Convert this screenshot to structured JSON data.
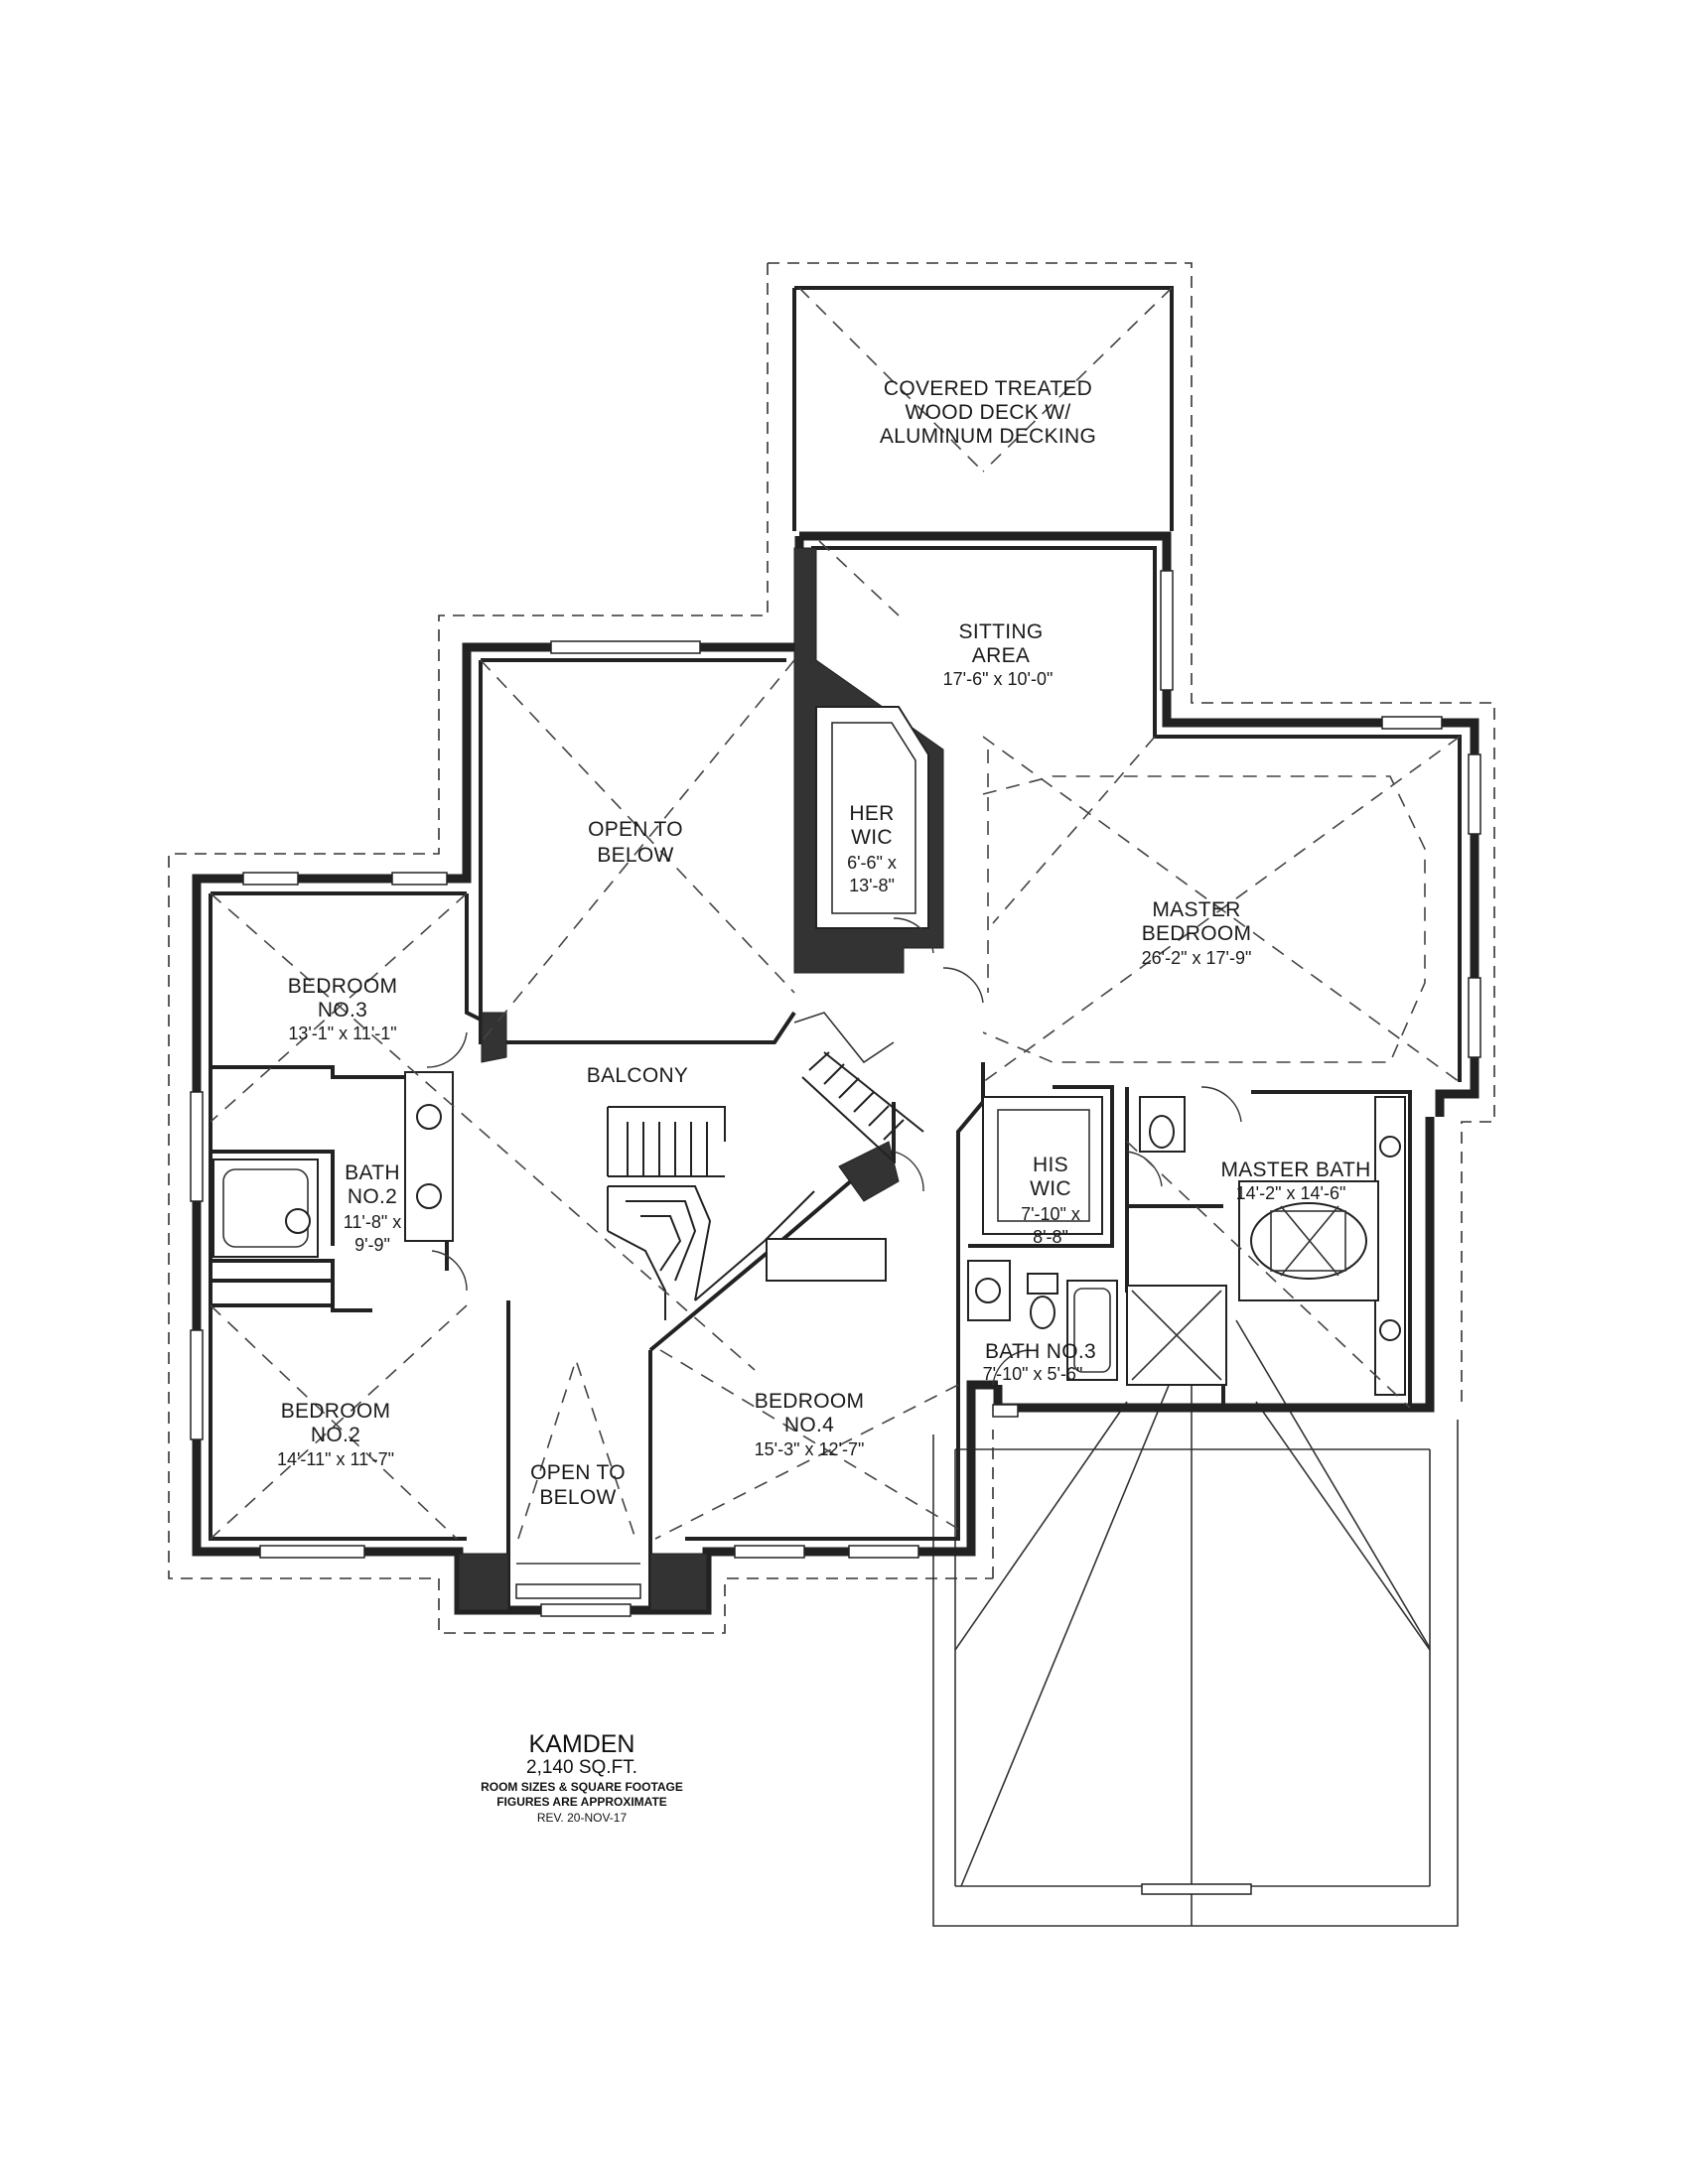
{
  "plan": {
    "rooms": {
      "deck": [
        "COVERED TREATED",
        "WOOD DECK W/",
        "ALUMINUM DECKING"
      ],
      "sitting": [
        "SITTING",
        "AREA",
        "17'-6\" x 10'-0\""
      ],
      "open_upper": [
        "OPEN TO",
        "BELOW"
      ],
      "her_wic": [
        "HER",
        "WIC",
        "6'-6\" x",
        "13'-8\""
      ],
      "master_bed": [
        "MASTER",
        "BEDROOM",
        "26'-2\" x 17'-9\""
      ],
      "bedroom3": [
        "BEDROOM",
        "NO.3",
        "13'-1\" x 11'-1\""
      ],
      "balcony": [
        "BALCONY"
      ],
      "bath2": [
        "BATH",
        "NO.2",
        "11'-8\" x",
        "9'-9\""
      ],
      "his_wic": [
        "HIS",
        "WIC",
        "7'-10\" x",
        "8'-8\""
      ],
      "master_bath": [
        "MASTER BATH",
        "14'-2\" x 14'-6\""
      ],
      "bath3": [
        "BATH NO.3",
        "7'-10\" x 5'-6\""
      ],
      "bedroom2": [
        "BEDROOM",
        "NO.2",
        "14'-11\" x 11'-7\""
      ],
      "open_lower": [
        "OPEN TO",
        "BELOW"
      ],
      "bedroom4": [
        "BEDROOM",
        "NO.4",
        "15'-3\" x 12'-7\""
      ]
    },
    "title_block": {
      "name": "KAMDEN",
      "area": "2,140 SQ.FT.",
      "note1": "ROOM SIZES & SQUARE FOOTAGE",
      "note2": "FIGURES ARE APPROXIMATE",
      "rev": "REV. 20-NOV-17"
    }
  }
}
